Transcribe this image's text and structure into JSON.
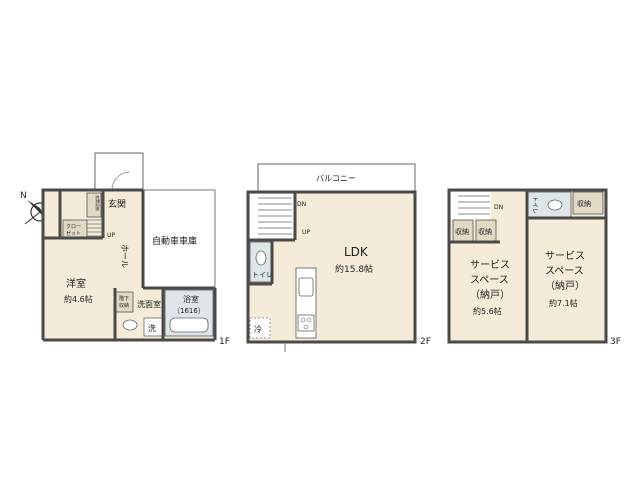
{
  "compass": {
    "north": "N"
  },
  "floor1": {
    "floor_label": "1F",
    "rooms": {
      "genkan": "玄関",
      "genkan_storage": "玄関収納",
      "closet": "クローゼット",
      "closet_line1": "クロー",
      "closet_line2": "ゼット",
      "up": "UP",
      "hall": "ホール",
      "garage": "自動車車庫",
      "western_name": "洋室",
      "western_size": "約4.6帖",
      "under_stairs_storage": "階下収納",
      "under_stairs_line1": "階下",
      "under_stairs_line2": "収納",
      "washroom": "洗面室",
      "bath_name": "浴室",
      "bath_size": "（1616）",
      "washer": "洗"
    }
  },
  "floor2": {
    "floor_label": "2F",
    "rooms": {
      "balcony": "バルコニー",
      "dn": "DN",
      "up": "UP",
      "ldk_name": "LDK",
      "ldk_size": "約15.8帖",
      "toilet": "トイレ",
      "fridge": "冷"
    }
  },
  "floor3": {
    "floor_label": "3F",
    "rooms": {
      "dn": "DN",
      "toilet": "トイレ",
      "storage_a": "収納",
      "storage_b": "収納",
      "storage_c": "収納",
      "service_a_line1": "サービス",
      "service_a_line2": "スペース",
      "service_a_line3": "（納戸）",
      "service_a_size": "約5.6帖",
      "service_b_line1": "サービス",
      "service_b_line2": "スペース",
      "service_b_line3": "（納戸）",
      "service_b_size": "約7.1帖"
    }
  },
  "colors": {
    "wall": "#4a4a4a",
    "floor_fill": "#f4ecd8",
    "wet_fill": "#dfe6ea",
    "storage_fill": "#e2d9c4",
    "background": "#ffffff"
  }
}
